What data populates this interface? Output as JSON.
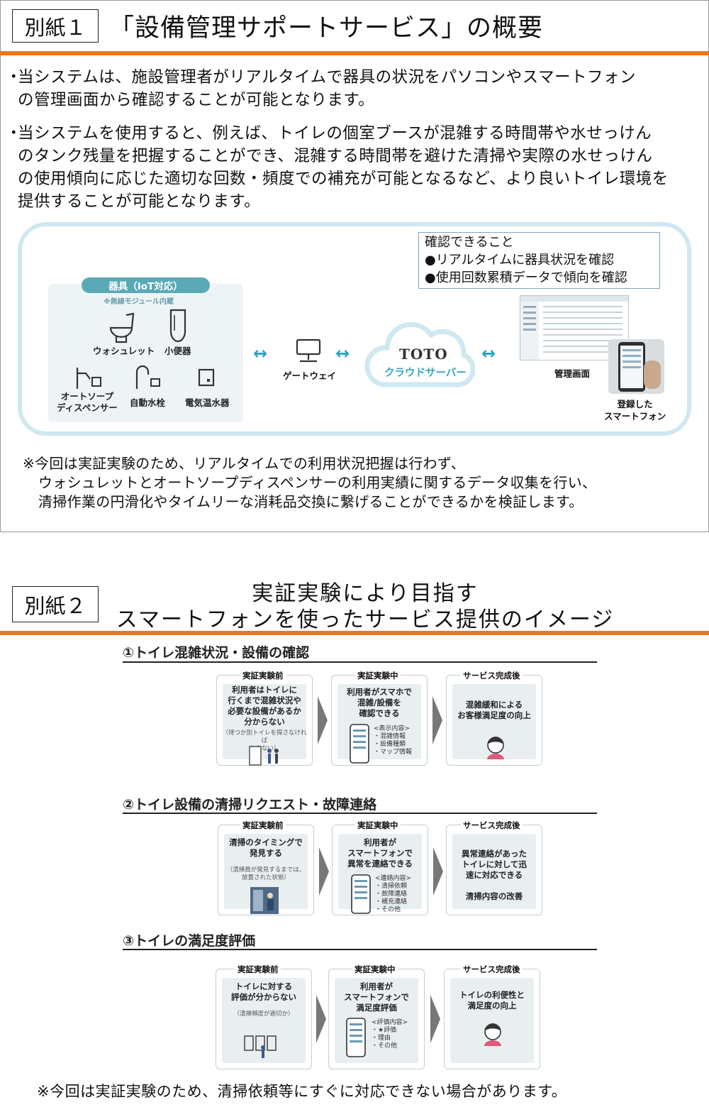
{
  "attachment1": {
    "tag": "別紙１",
    "title": "「設備管理サポートサービス」の概要",
    "bullets": [
      {
        "dot": "・",
        "text": "当システムは、施設管理者がリアルタイムで器具の状況をパソコンやスマートフォン\nの管理画面から確認することが可能となります。"
      },
      {
        "dot": "・",
        "text": "当システムを使用すると、例えば、トイレの個室ブースが混雑する時間帯や水せっけん\nのタンク残量を把握することができ、混雑する時間帯を避けた清掃や実際の水せっけん\nの使用傾向に応じた適切な回数・頻度での補充が可能となるなど、より良いトイレ環境を\n提供することが可能となります。"
      }
    ],
    "diagram": {
      "confirm_title": "確認できること",
      "confirm_items": [
        "●リアルタイムに器具状況を確認",
        "●使用回数累積データで傾向を確認"
      ],
      "device_title": "器具（IoT対応）",
      "device_note": "※無線モジュール内蔵",
      "devices": [
        "ウォシュレット",
        "小便器",
        "オートソープ\nディスペンサー",
        "自動水栓",
        "電気温水器"
      ],
      "gateway": "ゲートウェイ",
      "cloud_brand": "TOTO",
      "cloud_label": "クラウドサーバー",
      "admin": "管理画面",
      "phone": "登録した\nスマートフォン"
    },
    "note_line1": "※今回は実証実験のため、リアルタイムでの利用状況把握は行わず、",
    "note_line2": "ウォシュレットとオートソープディスペンサーの利用実績に関するデータ収集を行い、",
    "note_line3": "清掃作業の円滑化やタイムリーな消耗品交換に繋げることができるかを検証します。"
  },
  "attachment2": {
    "tag": "別紙２",
    "title": "実証実験により目指す\nスマートフォンを使ったサービス提供のイメージ",
    "sections": [
      {
        "title": "①トイレ混雑状況・設備の確認",
        "steps": [
          {
            "head": "実証実験前",
            "text": "利用者はトイレに\n行くまで混雑状況や\n必要な設備があるか\n分からない",
            "sub": "（待つか別トイレを探さなければ\nならない）"
          },
          {
            "head": "実証実験中",
            "text": "利用者がスマホで\n混雑/設備を\n確認できる",
            "list": "<表示内容>\n・混雑情報\n・設備種類\n・マップ情報"
          },
          {
            "head": "サービス完成後",
            "text": "混雑緩和による\nお客様満足度の向上"
          }
        ]
      },
      {
        "title": "②トイレ設備の清掃リクエスト・故障連絡",
        "steps": [
          {
            "head": "実証実験前",
            "text": "清掃のタイミングで\n発見する",
            "sub": "（清掃員が発見するまでは、\n放置された状態）"
          },
          {
            "head": "実証実験中",
            "text": "利用者が\nスマートフォンで\n異常を連絡できる",
            "list": "<連絡内容>\n・清掃依頼\n・故障連絡\n・補充連絡\n・その他"
          },
          {
            "head": "サービス完成後",
            "text": "異常連絡があった\nトイレに対して迅\n速に対応できる\n\n清掃内容の改善"
          }
        ]
      },
      {
        "title": "③トイレの満足度評価",
        "steps": [
          {
            "head": "実証実験前",
            "text": "トイレに対する\n評価が分からない",
            "sub": "（清掃頻度が適切か）"
          },
          {
            "head": "実証実験中",
            "text": "利用者が\nスマートフォンで\n満足度評価",
            "list": "<評価内容>\n・★評価\n・理由\n・その他"
          },
          {
            "head": "サービス完成後",
            "text": "トイレの利便性と\n満足度の向上"
          }
        ]
      }
    ],
    "note": "※今回は実証実験のため、清掃依頼等にすぐに対応できない場合があります。"
  },
  "colors": {
    "accent_orange": "#e87722",
    "diagram_border": "#cfe8f1",
    "cloud_blue": "#38a6c6",
    "pill_teal": "#5aa9b7"
  }
}
